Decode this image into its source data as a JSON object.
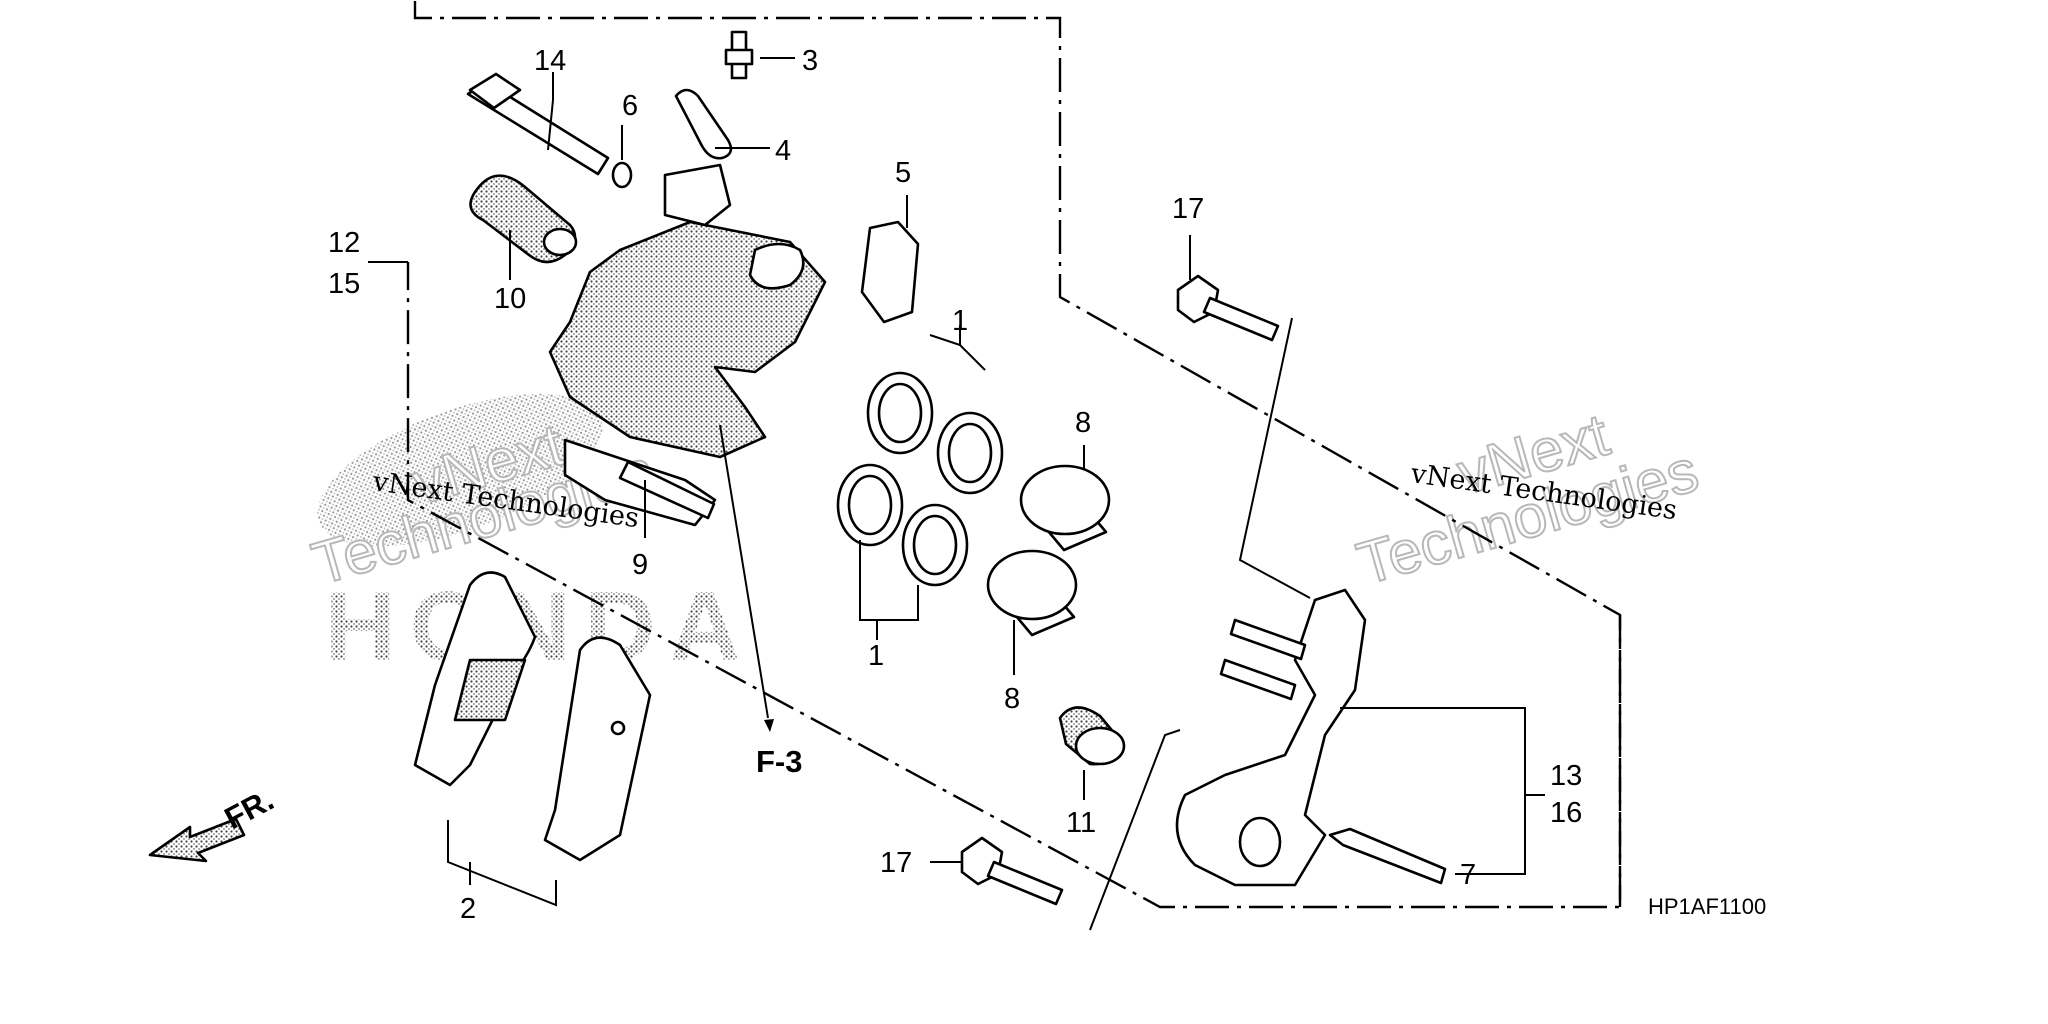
{
  "diagram_code": "HP1AF1100",
  "reference_label": "F-3",
  "front_marker": "FR.",
  "watermark": {
    "line_text": "vNext Technologies",
    "outline_word_1": "vNext",
    "outline_word_2": "Technologies",
    "brand": "HONDA"
  },
  "callouts": {
    "c1a": "1",
    "c1b": "1",
    "c2": "2",
    "c3": "3",
    "c4": "4",
    "c5": "5",
    "c6": "6",
    "c7": "7",
    "c8a": "8",
    "c8b": "8",
    "c9": "9",
    "c10": "10",
    "c11": "11",
    "c12": "12",
    "c15": "15",
    "c13": "13",
    "c16": "16",
    "c14": "14",
    "c17a": "17",
    "c17b": "17"
  }
}
